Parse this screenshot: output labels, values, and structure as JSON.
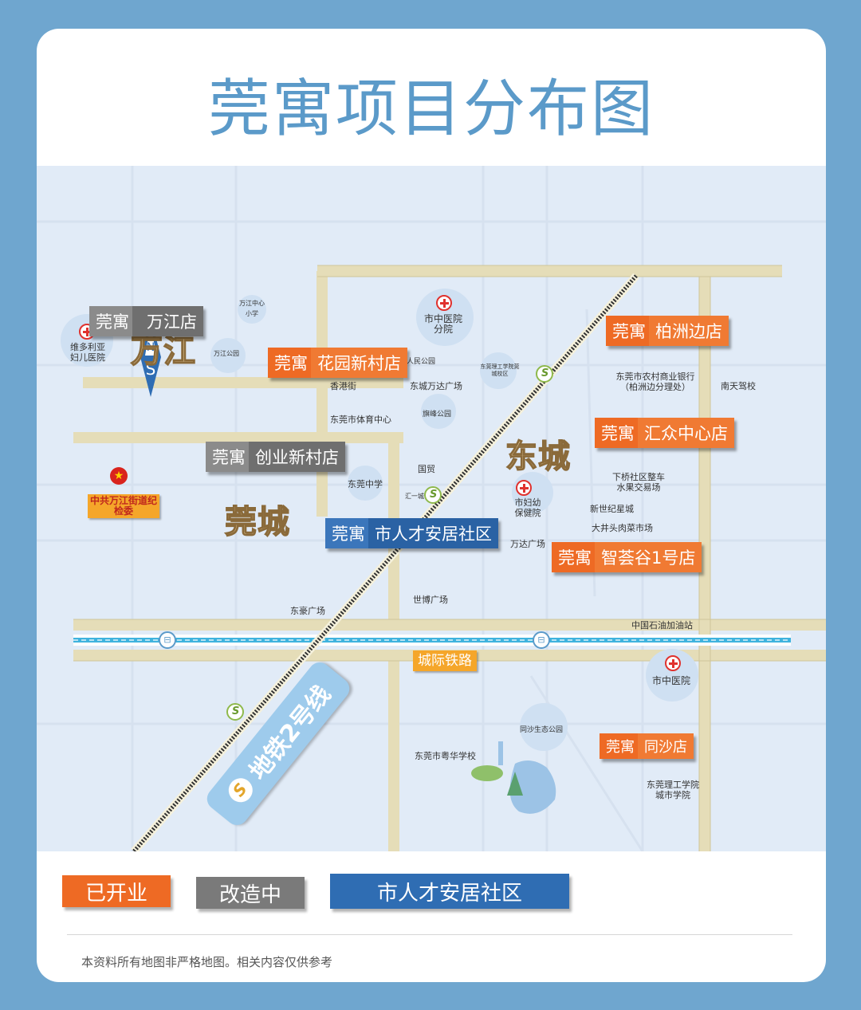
{
  "title": "莞寓项目分布图",
  "compass": {
    "n": "N",
    "s": "S"
  },
  "districts": {
    "wanjiang": "万江",
    "dongcheng": "东城",
    "guancheng": "莞城"
  },
  "stores": {
    "wanjiang": {
      "brand": "莞寓",
      "name": "万江店",
      "status": "改造中"
    },
    "huayuan": {
      "brand": "莞寓",
      "name": "花园新村店",
      "status": "已开业"
    },
    "chuangye": {
      "brand": "莞寓",
      "name": "创业新村店",
      "status": "改造中"
    },
    "rencai": {
      "brand": "莞寓",
      "name": "市人才安居社区",
      "status": "市人才安居社区"
    },
    "baizhoubian": {
      "brand": "莞寓",
      "name": "柏洲边店",
      "status": "已开业"
    },
    "huizhong": {
      "brand": "莞寓",
      "name": "汇众中心店",
      "status": "已开业"
    },
    "zhihuigu": {
      "brand": "莞寓",
      "name": "智荟谷1号店",
      "status": "已开业"
    },
    "tongsha": {
      "brand": "莞寓",
      "name": "同沙店",
      "status": "已开业"
    }
  },
  "pois": {
    "wanjiang_school": "万江中心小学",
    "wanjiang_park": "万江公园",
    "victoria": "维多利亚妇儿医院",
    "hospital_branch": "市中医院分院",
    "renmin_park": "人民公园",
    "polytech_songshan": "东莞理工学院莞城校区",
    "xianggang_st": "香港街",
    "wanda_dc": "东城万达广场",
    "stadium": "东莞市体育中心",
    "qifeng_park": "旗峰公园",
    "rural_bank": "东莞市农村商业银行（柏洲边分理处）",
    "nantian": "南天驾校",
    "party": "中共万江街道纪检委",
    "guomao": "国贸",
    "dg_middle": "东莞中学",
    "huiyi": "汇一城",
    "women_hospital": "市妇幼保健院",
    "xiaqiao": "下桥社区整车水果交易场",
    "new_century": "新世纪星城",
    "dajingtou": "大井头肉菜市场",
    "wanda_plaza": "万达广场",
    "dongguang": "东豪广场",
    "shibo": "世博广场",
    "petrochina": "中国石油加油站",
    "intercity": "城际铁路",
    "tcm_hospital": "市中医院",
    "tongsha_park": "同沙生态公园",
    "yuehua": "东莞市粤华学校",
    "polytech_city": "东莞理工学院城市学院"
  },
  "metro_line": "地铁2号线",
  "legend": {
    "open": "已开业",
    "renovating": "改造中",
    "talent": "市人才安居社区"
  },
  "disclaimer": "本资料所有地图非严格地图。相关内容仅供参考",
  "colors": {
    "open": "#ee6a24",
    "renovating": "#7a7a7a",
    "talent": "#2f6db3",
    "title": "#5b9ac9",
    "frame": "#6fa6cf"
  }
}
